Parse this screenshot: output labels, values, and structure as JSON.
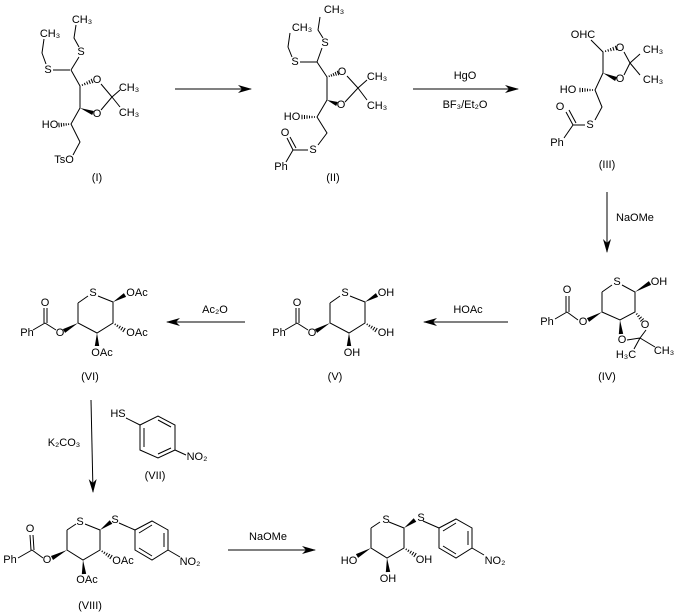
{
  "compounds": {
    "I": {
      "label": "(I)",
      "atoms": [
        "CH₃",
        "CH₃",
        "S",
        "S",
        "O",
        "O",
        "CH₃",
        "CH₃",
        "HO",
        "TsO"
      ]
    },
    "II": {
      "label": "(II)",
      "atoms": [
        "CH₃",
        "CH₃",
        "S",
        "S",
        "O",
        "O",
        "CH₃",
        "CH₃",
        "HO",
        "S",
        "O",
        "Ph"
      ]
    },
    "III": {
      "label": "(III)",
      "atoms": [
        "OHC",
        "O",
        "O",
        "CH₃",
        "CH₃",
        "HO",
        "S",
        "O",
        "Ph"
      ]
    },
    "IV": {
      "label": "(IV)",
      "atoms": [
        "S",
        "OH",
        "O",
        "O",
        "CH₃",
        "H₃C",
        "O",
        "O",
        "Ph"
      ]
    },
    "V": {
      "label": "(V)",
      "atoms": [
        "S",
        "OH",
        "OH",
        "OH",
        "O",
        "O",
        "Ph"
      ]
    },
    "VI": {
      "label": "(VI)",
      "atoms": [
        "S",
        "OAc",
        "OAc",
        "OAc",
        "O",
        "O",
        "Ph"
      ]
    },
    "VII": {
      "label": "(VII)",
      "atoms": [
        "HS",
        "NO₂"
      ]
    },
    "VIII": {
      "label": "(VIII)",
      "atoms": [
        "S",
        "S",
        "OAc",
        "OAc",
        "O",
        "O",
        "Ph",
        "NO₂"
      ]
    },
    "product": {
      "atoms": [
        "S",
        "S",
        "OH",
        "OH",
        "HO",
        "NO₂"
      ]
    }
  },
  "reagents": {
    "step2": [
      "HgO",
      "BF₃/Et₂O"
    ],
    "step3": "NaOMe",
    "step4": "HOAc",
    "step5": "Ac₂O",
    "step6": "K₂CO₃",
    "step7": "NaOMe"
  }
}
